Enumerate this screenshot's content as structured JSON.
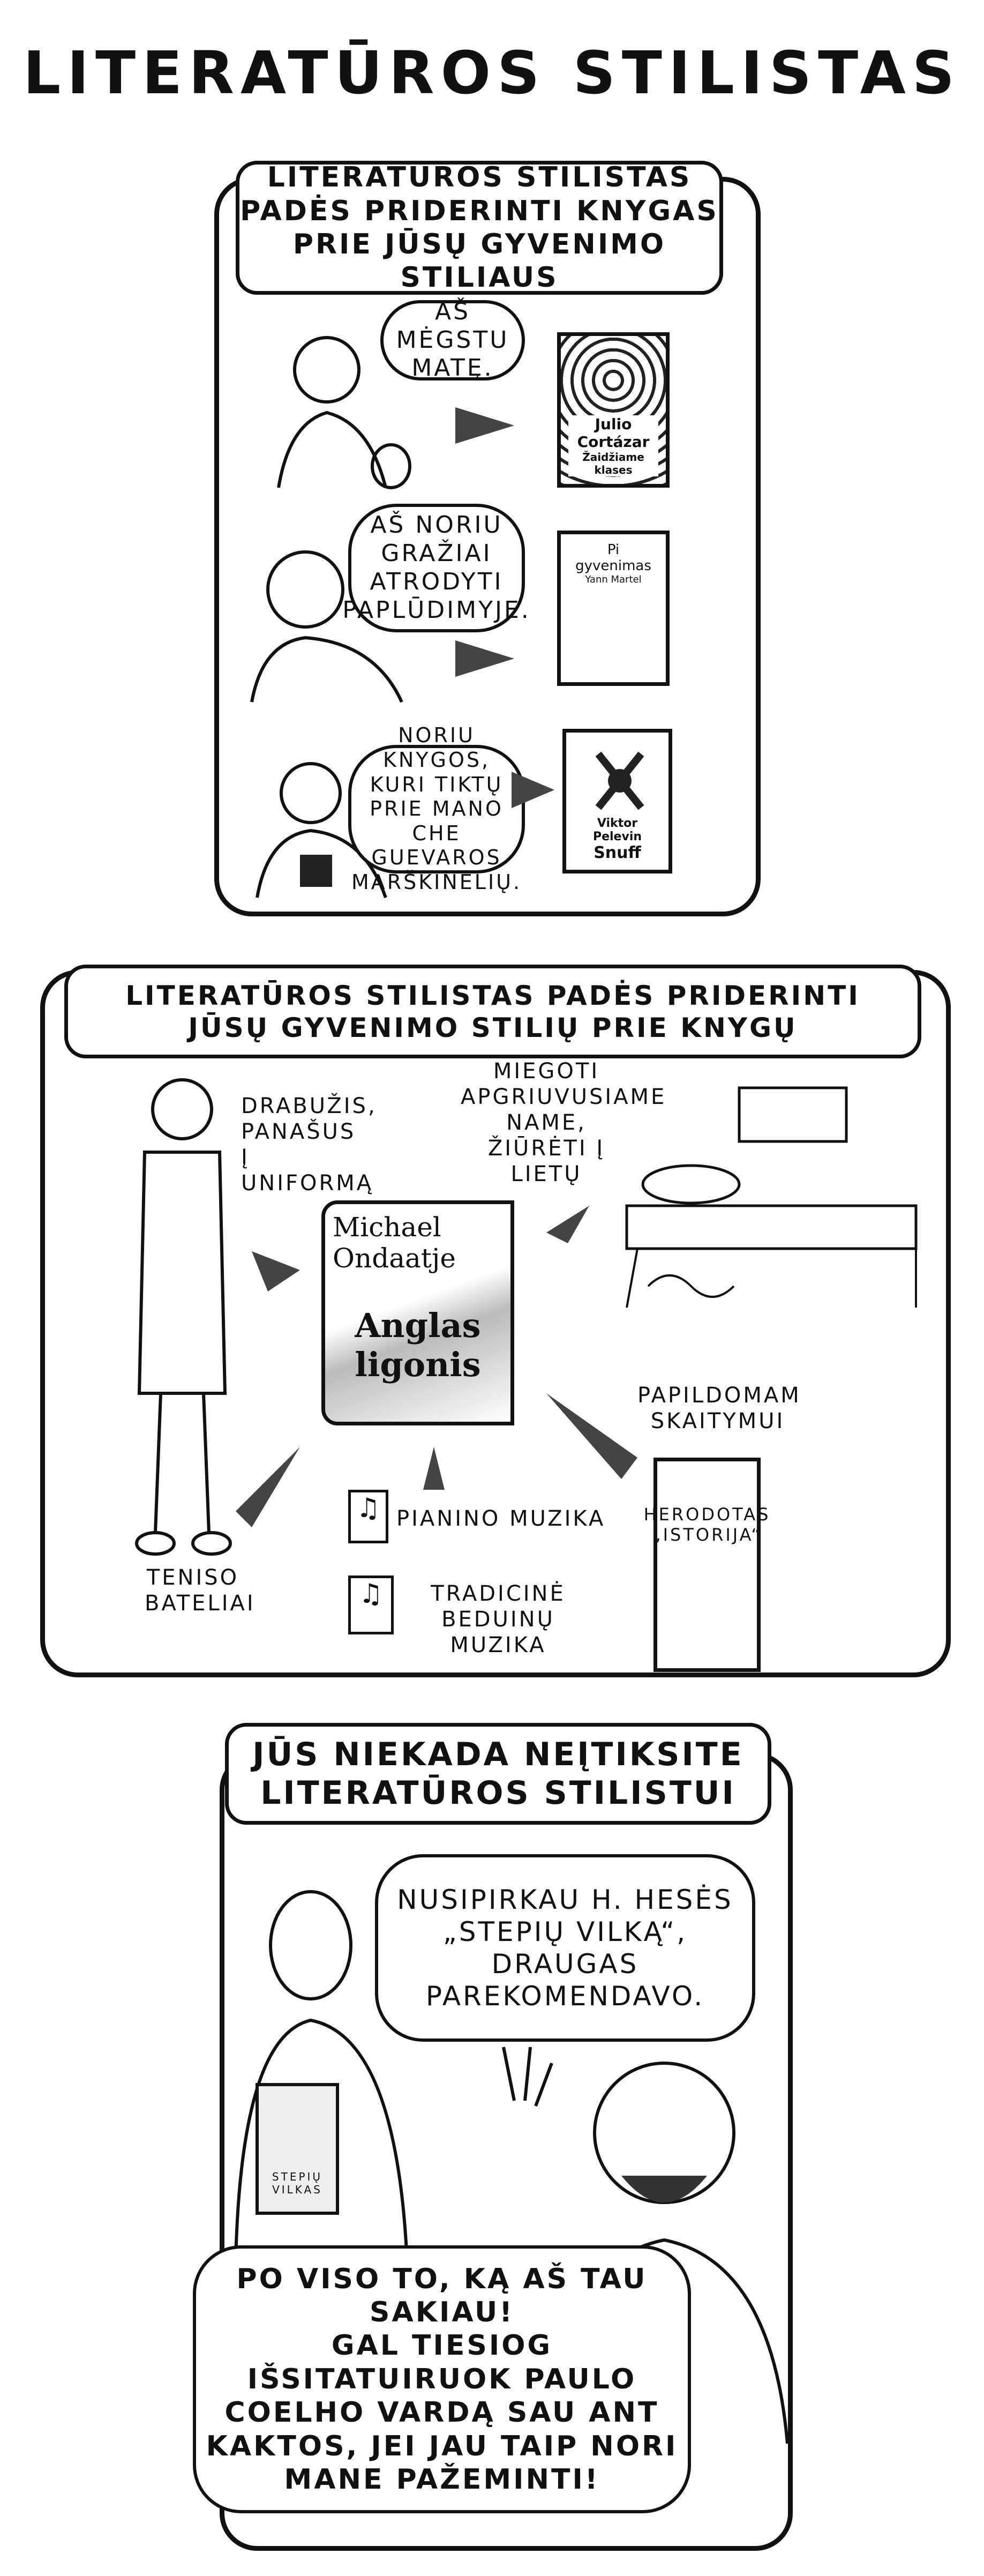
{
  "title": "Literatūros stilistas",
  "panel1": {
    "caption": [
      "Literatūros stilistas",
      "padės priderinti knygas",
      "prie jūsų gyvenimo stiliaus"
    ],
    "rows": [
      {
        "speech": "Aš mėgstu matę.",
        "book": [
          "Julio",
          "Cortázar",
          "Žaidžiame klases"
        ]
      },
      {
        "speech": "Aš noriu gražiai atrodyti paplūdimyje.",
        "book": [
          "Pi gyvenimas",
          "Yann Martel"
        ]
      },
      {
        "speech": "Noriu knygos, kuri tiktų prie mano Che Guevaros marškinėlių.",
        "book": [
          "Viktor Pelevin",
          "Snuff"
        ]
      }
    ]
  },
  "panel2": {
    "caption": [
      "Literatūros stilistas padės priderinti",
      "jūsų gyvenimo stilių prie knygų"
    ],
    "center_book": {
      "author": "Michael Ondaatje",
      "title": "Anglas ligonis"
    },
    "notes": {
      "clothes": "Drabužis, panašus į uniformą",
      "sleep": "Miegoti apgriuvusiame name, žiūrėti į lietų",
      "shoes": "Teniso bateliai",
      "music1": "Pianino muzika",
      "music2": "Tradicinė beduinų muzika",
      "extra": "Papildomam skaitymui",
      "extra_book": [
        "Herodotas",
        "„Istorija“"
      ]
    }
  },
  "panel3": {
    "caption": [
      "Jūs niekada neįtiksite",
      "literatūros stilistui"
    ],
    "speech1": "Nusipirkau H. Hesės „Stepių vilką“, draugas parekomendavo.",
    "held_book": "Stepių vilkas",
    "speech2": [
      "Po viso to, ką aš tau sakiau!",
      "Gal tiesiog išsitatuiruok Paulo Coelho vardą sau ant kaktos, jei jau taip nori mane pažeminti!"
    ]
  }
}
